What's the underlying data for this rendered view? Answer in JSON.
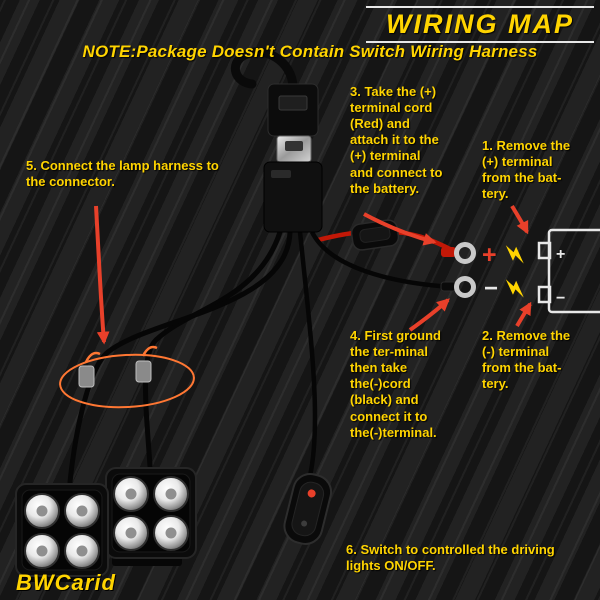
{
  "header": {
    "title": "WIRING MAP",
    "note": "NOTE:Package Doesn't Contain Switch Wiring Harness"
  },
  "steps": {
    "step1": "1. Remove the\n(+) terminal\nfrom the bat-\ntery.",
    "step2": "2. Remove the\n(-) terminal\nfrom the bat-\ntery.",
    "step3": "3. Take the (+)\nterminal cord\n(Red) and\nattach it to the\n(+) terminal\nand connect to\nthe battery.",
    "step4": "4. First ground\nthe ter-minal\nthen take\nthe(-)cord\n(black) and\nconnect it to\nthe(-)terminal.",
    "step5": "5. Connect the lamp harness to\nthe connector.",
    "step6": "6. Switch to controlled the driving\nlights ON/OFF."
  },
  "diagram": {
    "positive_symbol": "+",
    "negative_symbol": "−",
    "battery_positive": "+",
    "battery_negative": "−"
  },
  "brand": "BWCarid",
  "colors": {
    "accent_yellow": "#FFD400",
    "arrow_red": "#E8402A",
    "wire_red": "#C21807",
    "wire_black": "#0A0A0A",
    "highlight_orange": "#FF7733",
    "battery_outline": "#E8E8E8"
  }
}
